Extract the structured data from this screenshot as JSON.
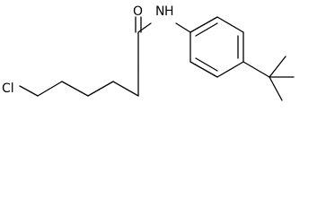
{
  "molecule": {
    "atoms": {
      "chlorine": "Cl",
      "oxygen": "O",
      "nitrogen": "N",
      "hydrogen": "H"
    },
    "colors": {
      "bond": "#000000",
      "label": "#000000",
      "background": "#ffffff"
    }
  }
}
